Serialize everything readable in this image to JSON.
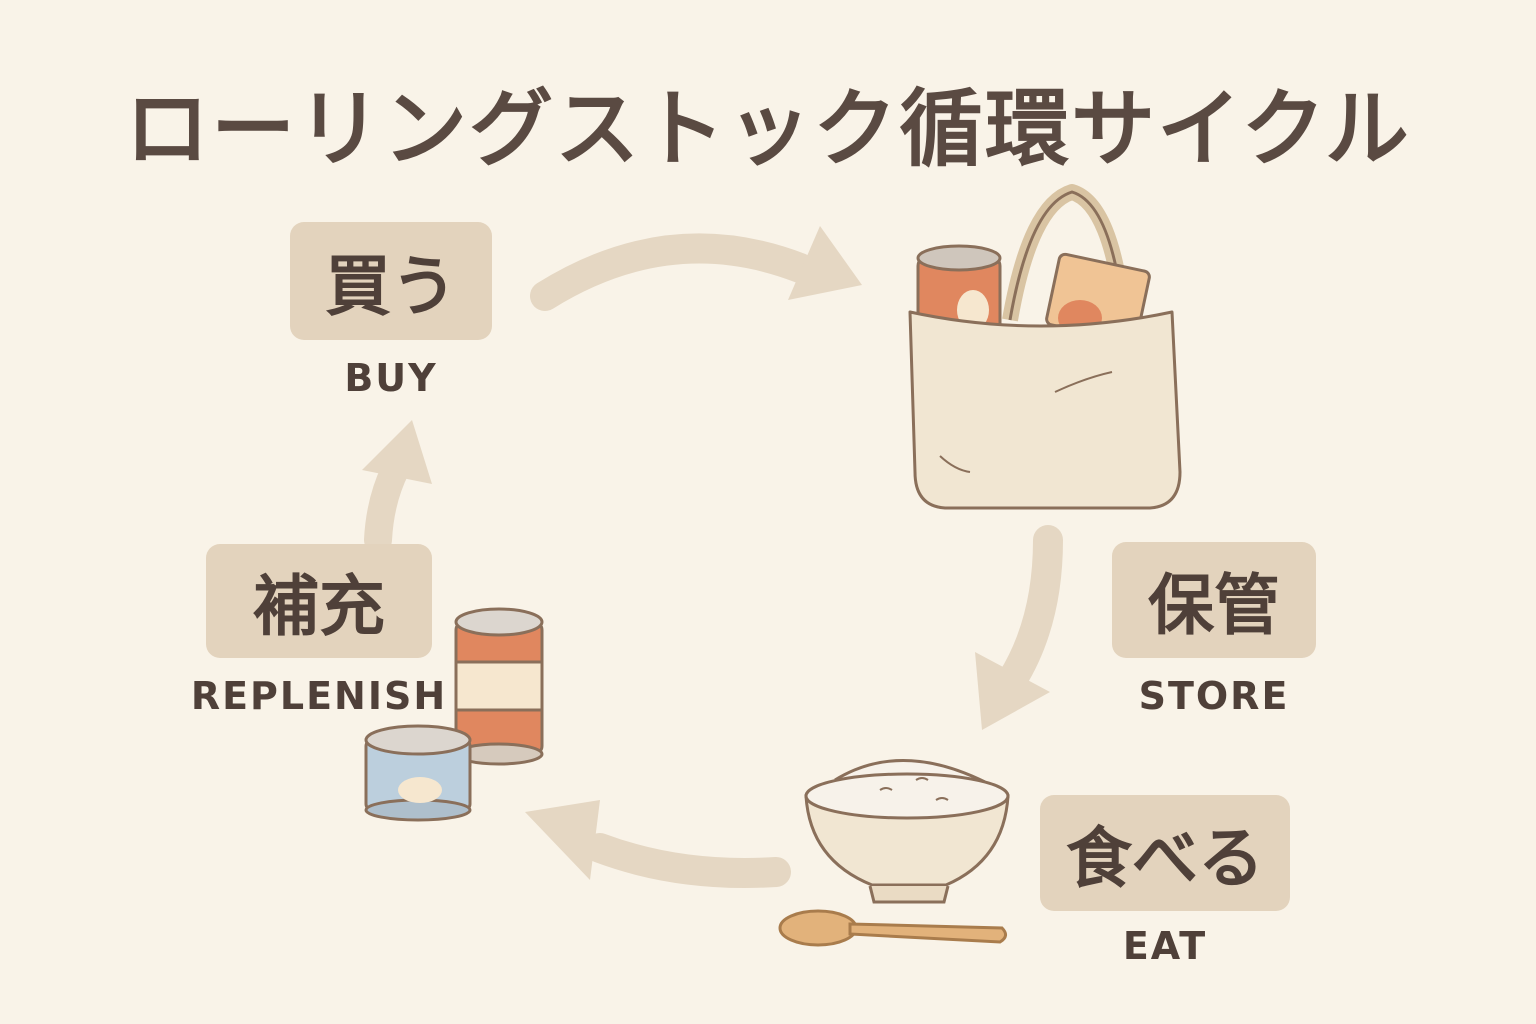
{
  "title": "ローリングストック循環サイクル",
  "steps": [
    {
      "jp": "買う",
      "en": "BUY"
    },
    {
      "jp": "保管",
      "en": "STORE"
    },
    {
      "jp": "食べる",
      "en": "EAT"
    },
    {
      "jp": "補充",
      "en": "REPLENISH"
    }
  ],
  "colors": {
    "background": "#f9f3e8",
    "arrow": "#e5d7c3",
    "label_box": "#e3d3bd",
    "text": "#4f4039",
    "can_orange": "#e0875f",
    "can_blue": "#bccfdd",
    "bag": "#f1e6d2",
    "spoon": "#e2b27b"
  },
  "icons": [
    "tote-bag-icon",
    "rice-bowl-icon",
    "spoon-icon",
    "canned-food-icon"
  ]
}
